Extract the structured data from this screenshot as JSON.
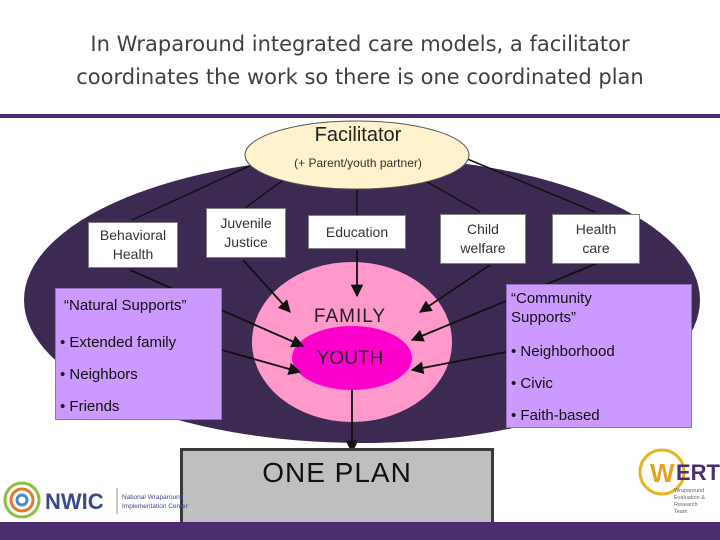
{
  "title": {
    "line1": "In Wraparound integrated care models, a facilitator",
    "line2": "coordinates the work so there is one coordinated plan"
  },
  "facilitator": {
    "title": "Facilitator",
    "subtitle": "(+ Parent/youth partner)"
  },
  "boxes": {
    "behavioral": [
      "Behavioral",
      "Health"
    ],
    "juvenile": [
      "Juvenile",
      "Justice"
    ],
    "education": [
      "Education"
    ],
    "child": [
      "Child",
      "welfare"
    ],
    "health": [
      "Health",
      "care"
    ]
  },
  "center": {
    "family": "FAMILY",
    "youth": "YOUTH"
  },
  "natural": {
    "heading": "“Natural Supports”",
    "items": [
      "• Extended family",
      "• Neighbors",
      "• Friends"
    ]
  },
  "community": {
    "heading": [
      "“Community",
      "Supports”"
    ],
    "items": [
      "• Neighborhood",
      "• Civic",
      "• Faith-based"
    ]
  },
  "plan": "ONE PLAN",
  "logos": {
    "nwic": {
      "name": "NWIC",
      "full": [
        "National Wraparound",
        "Implementation Center"
      ]
    },
    "wert": {
      "name": "WERT",
      "full": [
        "Wraparound",
        "Evaluation &",
        "Research",
        "Team"
      ]
    }
  },
  "colors": {
    "ring": "#3d2a52",
    "family_outer": "#ff99cc",
    "family_inner": "#ff00cc",
    "panel": "#cc99ff",
    "facilitator": "#fff2cc",
    "plan_box": "#bfbfbf",
    "accent": "#4b2e6e"
  }
}
